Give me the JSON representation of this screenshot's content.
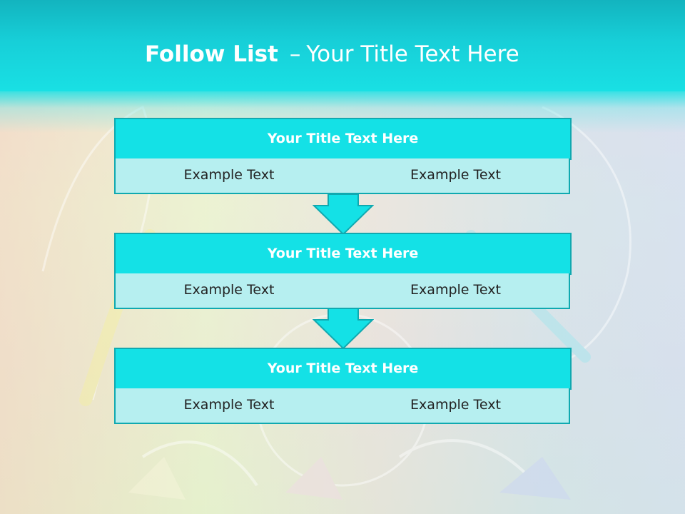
{
  "title": {
    "bold": "Follow List",
    "separator": "–",
    "rest": "Your Title Text Here"
  },
  "blocks": [
    {
      "title": "Your Title Text Here",
      "left": "Example Text",
      "right": "Example Text"
    },
    {
      "title": "Your Title Text Here",
      "left": "Example Text",
      "right": "Example Text"
    },
    {
      "title": "Your Title Text Here",
      "left": "Example Text",
      "right": "Example Text"
    }
  ],
  "colors": {
    "header": "#17cfd8",
    "box_title": "#14e1e6",
    "box_cell": "#b6eff0",
    "border": "#10a9b0"
  }
}
